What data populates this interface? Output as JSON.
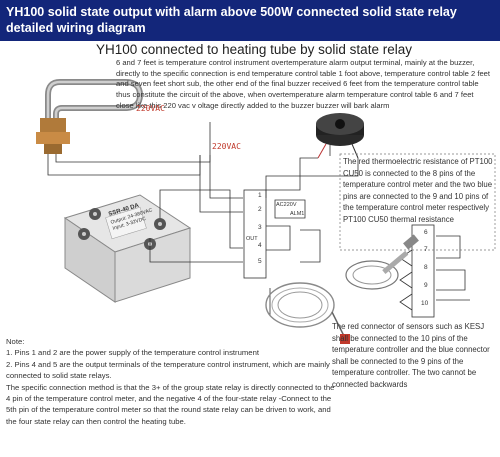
{
  "title": "YH100 solid state output with alarm above 500W connected solid state relay detailed wiring diagram",
  "subtitle": "YH100 connected to heating tube by solid state relay",
  "labels": {
    "voltage_left": "220VAC",
    "voltage_mid": "220VAC",
    "relay_model": "SSR-40 DA",
    "relay_line1": "Output: 24-380VAC",
    "relay_line2": "Input: 3-32VDC",
    "alarm_coil": "AC220V",
    "alarm_terminal": "ALM1",
    "out_terminal": "OUT",
    "terminal_numbers": [
      "1",
      "2",
      "3",
      "4",
      "5",
      "6",
      "7",
      "8",
      "9",
      "10"
    ]
  },
  "descriptions": {
    "top": "6 and 7 feet is temperature control instrument overtemperature alarm output terminal, mainly at the buzzer, directly to the specific connection is end temperature control table 1 foot above, temperature control table 2 feet and seven feet short sub, the other end of the final buzzer received 6 feet from the temperature control table thus constitute the circuit of the above, when overtemperature alarm temperature control table 6 and 7 feet close like this 220 vac v oltage directly added to the buzzer buzzer will bark alarm",
    "right": "The red thermoelectric resistance of PT100 CU50 is connected to the 8 pins of the temperature control meter and the two blue pins are connected to the 9 and 10 pins of the temperature control meter respectively PT100 CU50 thermal resistance",
    "sensor": "The red connector of sensors such as KESJ shall be connected to the 10 pins of the temperature controller and the blue connector shall be connected to the 9 pins of the temperature controller. The two cannot be connected backwards"
  },
  "note": {
    "heading": "Note:",
    "item1": "1. Pins 1 and 2 are the power supply of the temperature control instrument",
    "item2": "2. Pins 4 and 5 are the output terminals of the temperature control instrument, which are mainly connected to solid state relays.",
    "item3": "The specific connection method is that the 3+ of the group state relay is directly connected to the 4 pin of the temperature control meter, and the negative 4 of the four-state relay -Connect to the 5th pin of the temperature control meter so that the round state relay can be driven to work, and the four state relay can then control the heating tube."
  },
  "colors": {
    "banner": "#13267a",
    "accent_red": "#c0392b",
    "wire": "#333333"
  }
}
